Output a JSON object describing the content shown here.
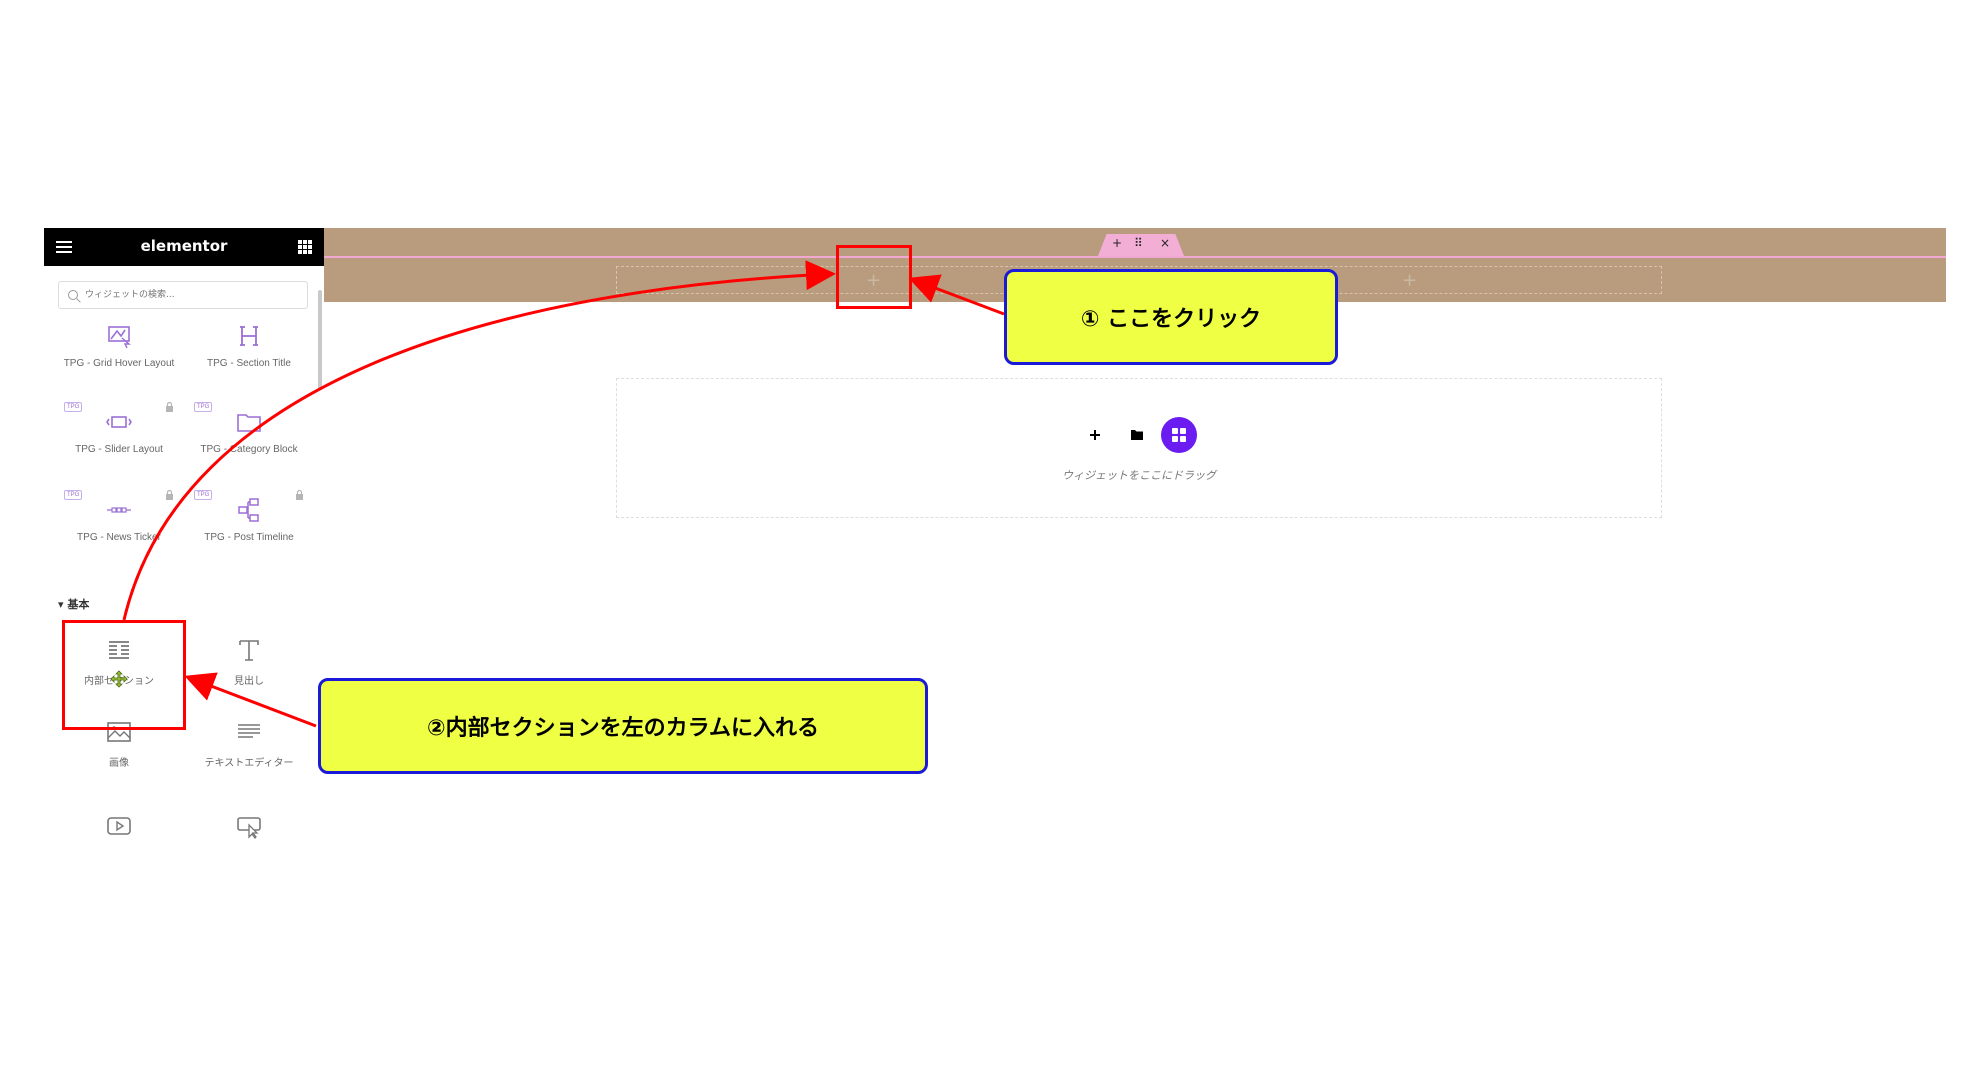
{
  "sidebar": {
    "logo": "elementor",
    "search_placeholder": "ウィジェットの検索...",
    "tpg_badge": "TPG",
    "widgets_top": [
      {
        "label": "TPG - Grid Hover Layout"
      },
      {
        "label": "TPG - Section Title"
      },
      {
        "label": "TPG - Slider Layout"
      },
      {
        "label": "TPG - Category Block"
      },
      {
        "label": "TPG - News Ticker"
      },
      {
        "label": "TPG - Post Timeline"
      }
    ],
    "basic_heading": "基本",
    "widgets_basic": [
      {
        "label": "内部セクション"
      },
      {
        "label": "見出し"
      },
      {
        "label": "画像"
      },
      {
        "label": "テキストエディター"
      }
    ]
  },
  "canvas": {
    "section_handle": {
      "add": "+",
      "move": "⠿",
      "close": "×"
    },
    "column_plus": "+",
    "drop_text": "ウィジェットをここにドラッグ"
  },
  "annotations": {
    "callout_1": "① ここをクリック",
    "callout_2": "②内部セクションを左のカラムに入れる"
  },
  "colors": {
    "band": "#b89c7d",
    "handle": "#f3aed6",
    "accent_purple": "#6b1cf0",
    "annotation_red": "#ff0000",
    "callout_fill": "#eeff44",
    "callout_border": "#1a1ad8"
  }
}
